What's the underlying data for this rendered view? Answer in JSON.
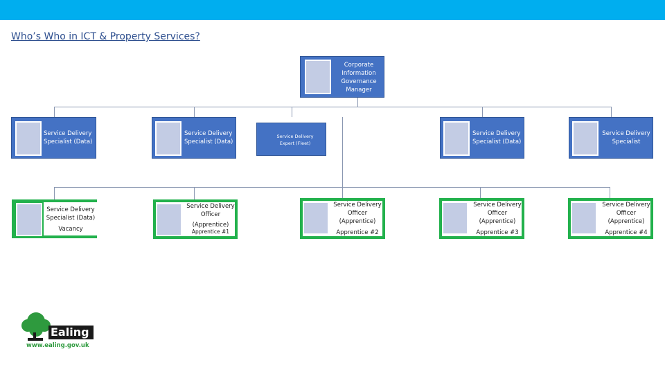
{
  "header": {
    "title": "Who’s Who in ICT & Property Services?"
  },
  "manager": {
    "label": "Corporate Information Governance Manager"
  },
  "row1": [
    {
      "label": "Service Delivery Specialist (Data)"
    },
    {
      "label": "Service Delivery Specialist (Data)"
    },
    {
      "label": "Service Delivery Expert (Fleet)"
    },
    {
      "label": "Service Delivery Specialist (Data)"
    },
    {
      "label": "Service Delivery Specialist"
    }
  ],
  "row2": [
    {
      "role": "Service Delivery Specialist (Data)",
      "name": "Vacancy"
    },
    {
      "role": "Service Delivery Officer",
      "sub": "(Apprentice)",
      "name": "Apprentice #1"
    },
    {
      "role": "Service Delivery Officer (Apprentice)",
      "name": "Apprentice #2"
    },
    {
      "role": "Service Delivery Officer (Apprentice)",
      "name": "Apprentice #3"
    },
    {
      "role": "Service Delivery Officer (Apprentice)",
      "name": "Apprentice #4"
    }
  ],
  "logo": {
    "name": "Ealing",
    "url": "www.ealing.gov.uk"
  },
  "colors": {
    "accent": "#00aeef",
    "box_blue": "#4472c4",
    "box_green": "#22b14c",
    "photo": "#c3cce4"
  }
}
